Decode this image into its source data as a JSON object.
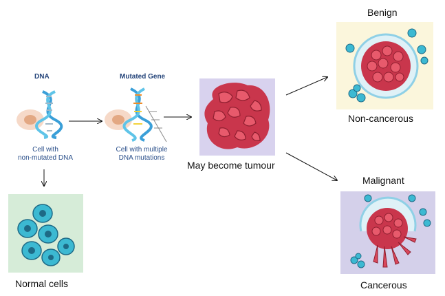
{
  "labels": {
    "dna_title": "DNA",
    "mutated_title": "Mutated Gene",
    "cell_normal_line1": "Cell with",
    "cell_normal_line2": "non-mutated DNA",
    "cell_mutated_line1": "Cell with multiple",
    "cell_mutated_line2": "DNA mutations",
    "tumour": "May become tumour",
    "benign": "Benign",
    "non_cancerous": "Non-cancerous",
    "malignant": "Malignant",
    "cancerous": "Cancerous",
    "normal_cells": "Normal cells"
  },
  "colors": {
    "cell_teal": "#3cb9d2",
    "nucleus": "#1e6a86",
    "tumour_red": "#c9364c",
    "benign_bg": "#fbf6dc",
    "normal_bg": "#d6ecd8",
    "malignant_bg": "#d4d0ea",
    "tumour_bg": "#d8d2ee"
  }
}
